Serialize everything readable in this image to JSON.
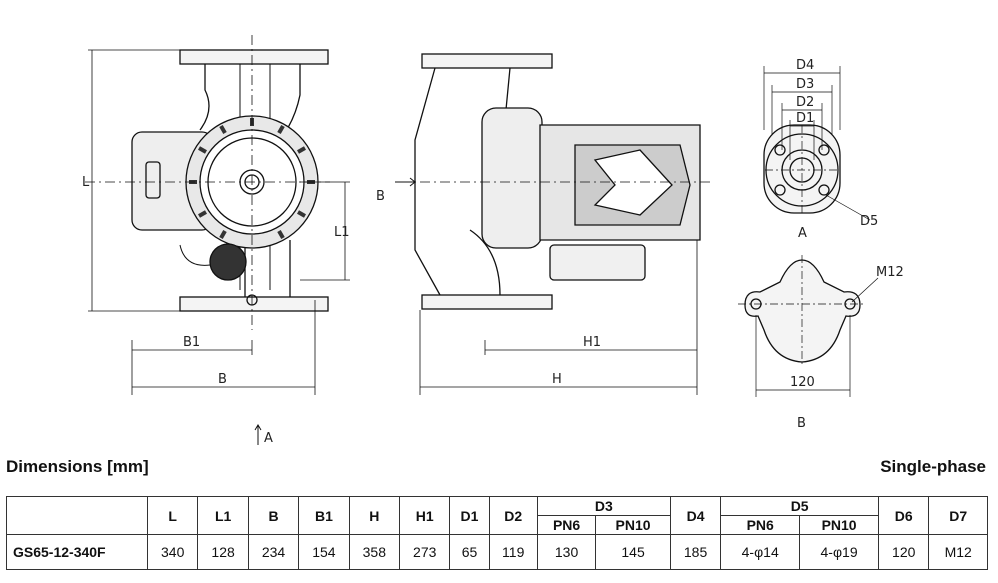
{
  "drawing": {
    "view_labels": {
      "b_arrow": "B",
      "a_arrow": "A",
      "view_a": "A",
      "view_b": "B"
    },
    "dims": {
      "L": "L",
      "L1": "L1",
      "B1": "B1",
      "B": "B",
      "H1": "H1",
      "H": "H",
      "D1": "D1",
      "D2": "D2",
      "D3": "D3",
      "D4": "D4",
      "D5": "D5",
      "M12": "M12",
      "w120": "120"
    }
  },
  "table_title": "Dimensions [mm]",
  "phase": "Single-phase",
  "table": {
    "headers": [
      "L",
      "L1",
      "B",
      "B1",
      "H",
      "H1",
      "D1",
      "D2",
      "D3",
      "D4",
      "D5",
      "D6",
      "D7"
    ],
    "sub_headers": {
      "d3_pn6": "PN6",
      "d3_pn10": "PN10",
      "d5_pn6": "PN6",
      "d5_pn10": "PN10"
    },
    "row": {
      "model": "GS65-12-340F",
      "L": "340",
      "L1": "128",
      "B": "234",
      "B1": "154",
      "H": "358",
      "H1": "273",
      "D1": "65",
      "D2": "119",
      "D3_PN6": "130",
      "D3_PN10": "145",
      "D4": "185",
      "D5_PN6": "4-φ14",
      "D5_PN10": "4-φ19",
      "D6": "120",
      "D7": "M12"
    }
  }
}
